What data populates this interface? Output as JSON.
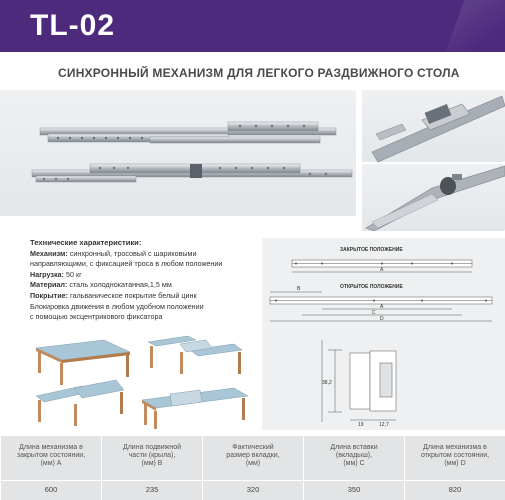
{
  "header": {
    "model": "TL-02"
  },
  "title": "СИНХРОННЫЙ МЕХАНИЗМ ДЛЯ ЛЕГКОГО РАЗДВИЖНОГО СТОЛА",
  "specs": {
    "heading": "Технические характеристики:",
    "mechanism_label": "Механизм:",
    "mechanism_text_1": " синхронный,  тросовый с шариковыми",
    "mechanism_text_2": "направляющими,  с фиксацией троса в любом положении",
    "load_label": "Нагрузка:",
    "load_text": " 50 кг",
    "material_label": "Материал:",
    "material_text": " сталь холоднокатанная,1,5 мм",
    "coating_label": "Покрытие:",
    "coating_text": " гальваническое покрытие белый цинк",
    "lock_text_1": "Блокировка движения в любом удобном положении",
    "lock_text_2": "с помощью эксцентрикового фиксатора"
  },
  "diagram": {
    "closed_label": "ЗАКРЫТОЕ ПОЛОЖЕНИЕ",
    "open_label": "ОТКРЫТОЕ ПОЛОЖЕНИЕ",
    "dim_a_closed": "A",
    "dim_b": "B",
    "dim_a_open": "A",
    "dim_c": "C",
    "dim_d": "D",
    "height": "38,2",
    "width_1": "19",
    "width_2": "12,7"
  },
  "table": {
    "columns": [
      {
        "header": "Длина механизма в\nзакрытом состоянии,\n(мм)  A",
        "value": "600"
      },
      {
        "header": "Длина подвижной\nчасти (крыла),\n(мм)  B",
        "value": "235"
      },
      {
        "header": "Фактический\nразмер вкладки,\n(мм)",
        "value": "320"
      },
      {
        "header": "Длина вставки\n(вкладыш),\n(мм)  C",
        "value": "350"
      },
      {
        "header": "Длина механизма в\nоткрытом состоянии,\n(мм)  D",
        "value": "820"
      }
    ]
  },
  "colors": {
    "header_bg": "#4e2a7d",
    "table_bg": "#e3e4e5",
    "tabletop": "#a9c6d6",
    "legs": "#c48a5c"
  }
}
